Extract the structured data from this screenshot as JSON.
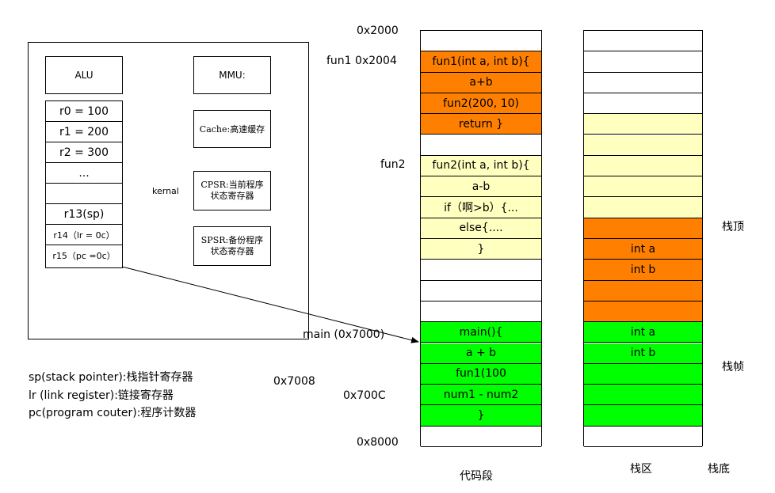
{
  "cpu": {
    "alu": "ALU",
    "mmu": "MMU:",
    "cache": "Cache:高速缓存",
    "cpsr": "CPSR:当前程序状态寄存器",
    "spsr": "SPSR:备份程序状态寄存器",
    "kernal": "kernal",
    "registers": [
      "r0 = 100",
      "r1 = 200",
      "r2 = 300",
      "...",
      "",
      "r13(sp)",
      "r14（lr = 0c）",
      "r15（pc =0c）"
    ]
  },
  "legend": [
    "sp(stack pointer):栈指针寄存器",
    "lr (link register):链接寄存器",
    "pc(program couter):程序计数器"
  ],
  "addresses": {
    "a2000": "0x2000",
    "fun1": "fun1 0x2004",
    "fun2": "fun2",
    "main": "main (0x7000)",
    "a7008": "0x7008",
    "a700c": "0x700C",
    "a8000": "0x8000"
  },
  "code_segment": {
    "label": "代码段",
    "cells": [
      "",
      "fun1(int a, int b){",
      "a+b",
      "fun2(200, 10)",
      "return }",
      "",
      "fun2(int a, int b){",
      "a-b",
      "if（啊>b）{...",
      "else{....",
      "}",
      "",
      "",
      "",
      "main(){",
      "a + b",
      "fun1(100",
      "num1 - num2",
      "}",
      ""
    ]
  },
  "stack": {
    "label": "栈区",
    "top_label": "栈顶",
    "frame_label": "栈帧",
    "bottom_label": "栈底",
    "cells": [
      "",
      "",
      "",
      "",
      "",
      "",
      "",
      "",
      "",
      "",
      "int a",
      "int b",
      "",
      "",
      "int a",
      "int b",
      "",
      "",
      "",
      ""
    ]
  },
  "colors": {
    "orange": "#ff8000",
    "light_yellow": "#ffffc0",
    "green": "#00ff00",
    "white": "#ffffff"
  }
}
